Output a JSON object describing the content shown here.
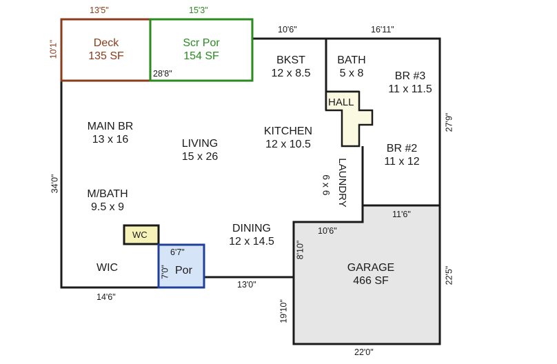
{
  "rooms": {
    "deck": {
      "name": "Deck",
      "area": "135 SF"
    },
    "scr_por": {
      "name": "Scr Por",
      "area": "154 SF"
    },
    "bkst": {
      "name": "BKST",
      "size": "12 x 8.5"
    },
    "bath": {
      "name": "BATH",
      "size": "5 x 8"
    },
    "br3": {
      "name": "BR #3",
      "size": "11 x 11.5"
    },
    "hall": {
      "name": "HALL"
    },
    "main_br": {
      "name": "MAIN BR",
      "size": "13 x 16"
    },
    "living": {
      "name": "LIVING",
      "size": "15 x 26"
    },
    "kitchen": {
      "name": "KITCHEN",
      "size": "12 x 10.5"
    },
    "br2": {
      "name": "BR #2",
      "size": "11 x 12"
    },
    "laundry": {
      "name": "LAUNDRY",
      "size": "6 x 6"
    },
    "m_bath": {
      "name": "M/BATH",
      "size": "9.5 x 9"
    },
    "wc": {
      "name": "WC"
    },
    "dining": {
      "name": "DINING",
      "size": "12 x 14.5"
    },
    "wic": {
      "name": "WIC"
    },
    "por": {
      "name": "Por",
      "dim_w": "6'7\"",
      "dim_h": "7'0\""
    },
    "garage": {
      "name": "GARAGE",
      "area": "466 SF"
    }
  },
  "dimensions": {
    "deck_width": "13'5\"",
    "scr_por_width": "15'3\"",
    "deck_depth": "10'1\"",
    "scr_por_depth": "28'8\"",
    "top_mid": "10'6\"",
    "top_right": "16'11\"",
    "right_upper": "27'9\"",
    "left_side": "34'0\"",
    "garage_top_right": "11'6\"",
    "garage_top_left": "10'6\"",
    "garage_step": "8'10\"",
    "right_lower": "22'5\"",
    "bottom_mid": "13'0\"",
    "bottom_left": "14'6\"",
    "garage_left": "19'10\"",
    "garage_bottom": "22'0\""
  },
  "colors": {
    "wall": "#1a1a1a",
    "deck": "#8b3a1a",
    "scr_por": "#2a8a1e",
    "por_fill": "#d6e4f8",
    "por_stroke": "#1f3f9a",
    "wc_fill": "#f7f2b8",
    "hall_fill": "#fbf9e2",
    "garage_fill": "#e6e6e6"
  }
}
